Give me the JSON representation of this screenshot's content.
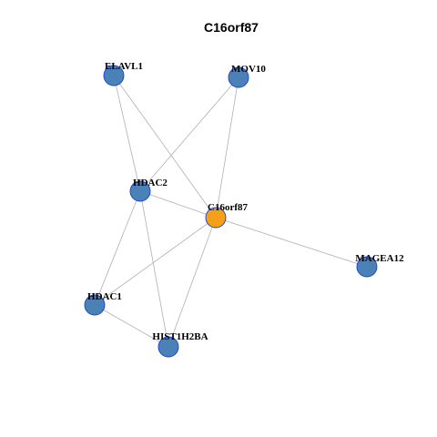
{
  "title": "C16orf87",
  "colors": {
    "center_node": "#f5a01a",
    "neighbor_node": "#4a82b8",
    "node_border": "#1c3fd0",
    "edge": "#b0b0b0",
    "background": "#ffffff"
  },
  "nodes": [
    {
      "id": "ELAVL1",
      "label": "ELAVL1",
      "role": "neighbor"
    },
    {
      "id": "MOV10",
      "label": "MOV10",
      "role": "neighbor"
    },
    {
      "id": "HDAC2",
      "label": "HDAC2",
      "role": "neighbor"
    },
    {
      "id": "C16orf87",
      "label": "C16orf87",
      "role": "center"
    },
    {
      "id": "MAGEA12",
      "label": "MAGEA12",
      "role": "neighbor"
    },
    {
      "id": "HDAC1",
      "label": "HDAC1",
      "role": "neighbor"
    },
    {
      "id": "HIST1H2BA",
      "label": "HIST1H2BA",
      "role": "neighbor"
    }
  ],
  "edges": [
    [
      "ELAVL1",
      "HDAC2"
    ],
    [
      "ELAVL1",
      "C16orf87"
    ],
    [
      "MOV10",
      "HDAC2"
    ],
    [
      "MOV10",
      "C16orf87"
    ],
    [
      "HDAC2",
      "C16orf87"
    ],
    [
      "HDAC2",
      "HDAC1"
    ],
    [
      "HDAC2",
      "HIST1H2BA"
    ],
    [
      "C16orf87",
      "MAGEA12"
    ],
    [
      "C16orf87",
      "HDAC1"
    ],
    [
      "C16orf87",
      "HIST1H2BA"
    ],
    [
      "HDAC1",
      "HIST1H2BA"
    ]
  ]
}
